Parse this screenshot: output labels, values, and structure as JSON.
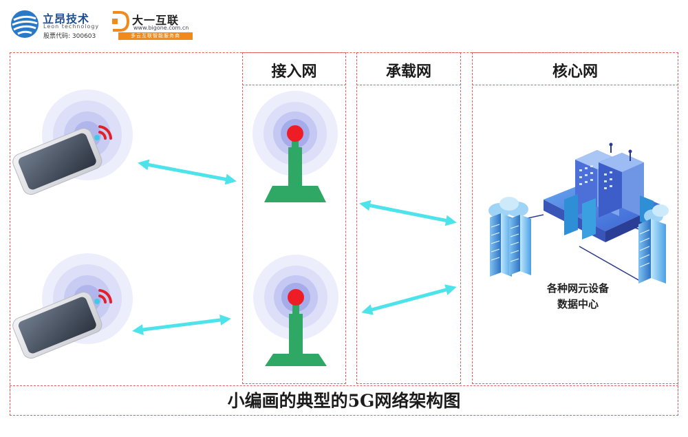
{
  "logos": {
    "leon": {
      "name_cn": "立昂技术",
      "name_en": "Leon technology",
      "stock": "股票代码: 300603"
    },
    "bigone": {
      "name_cn": "大一互联",
      "url": "www.bigone.com.cn",
      "slogan": "多云互联智能服务商"
    }
  },
  "columns": {
    "access": "接入网",
    "bearer": "承载网",
    "core": "核心网"
  },
  "datacenter": {
    "line1": "各种网元设备",
    "line2": "数据中心"
  },
  "caption": "小编画的典型的5G网络架构图",
  "colors": {
    "dashed_border": "#e25b5b",
    "arrow": "#4de3ea",
    "tower": "#2fa866",
    "signal_dot": "#ee1c24",
    "halo": "#c9cdf5"
  }
}
